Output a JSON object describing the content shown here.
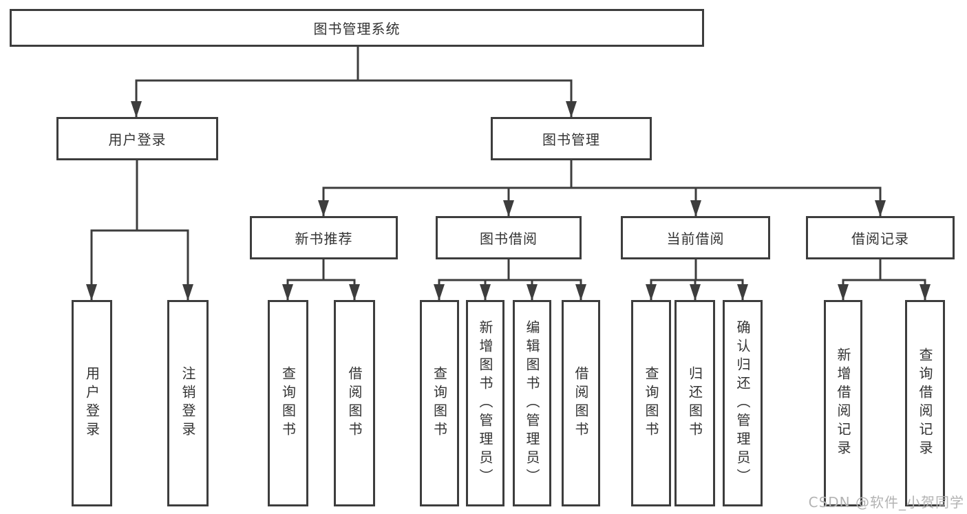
{
  "diagram": {
    "title": "图书管理系统",
    "root": {
      "label": "图书管理系统",
      "children": [
        {
          "label": "用户登录",
          "children": [
            {
              "label": "用户登录"
            },
            {
              "label": "注销登录"
            }
          ]
        },
        {
          "label": "图书管理",
          "children": [
            {
              "label": "新书推荐",
              "children": [
                {
                  "label": "查询图书"
                },
                {
                  "label": "借阅图书"
                }
              ]
            },
            {
              "label": "图书借阅",
              "children": [
                {
                  "label": "查询图书"
                },
                {
                  "label": "新增图书（管理员）"
                },
                {
                  "label": "编辑图书（管理员）"
                },
                {
                  "label": "借阅图书"
                }
              ]
            },
            {
              "label": "当前借阅",
              "children": [
                {
                  "label": "查询图书"
                },
                {
                  "label": "归还图书"
                },
                {
                  "label": "确认归还（管理员）"
                }
              ]
            },
            {
              "label": "借阅记录",
              "children": [
                {
                  "label": "新增借阅记录"
                },
                {
                  "label": "查询借阅记录"
                }
              ]
            }
          ]
        }
      ]
    }
  },
  "watermark": {
    "text": "CSDN @软件_小贺同学",
    "color": "#b3b3b3"
  },
  "colors": {
    "line": "#3d3d3d",
    "box_border": "#3d3d3d",
    "text": "#333333",
    "background": "#ffffff"
  }
}
